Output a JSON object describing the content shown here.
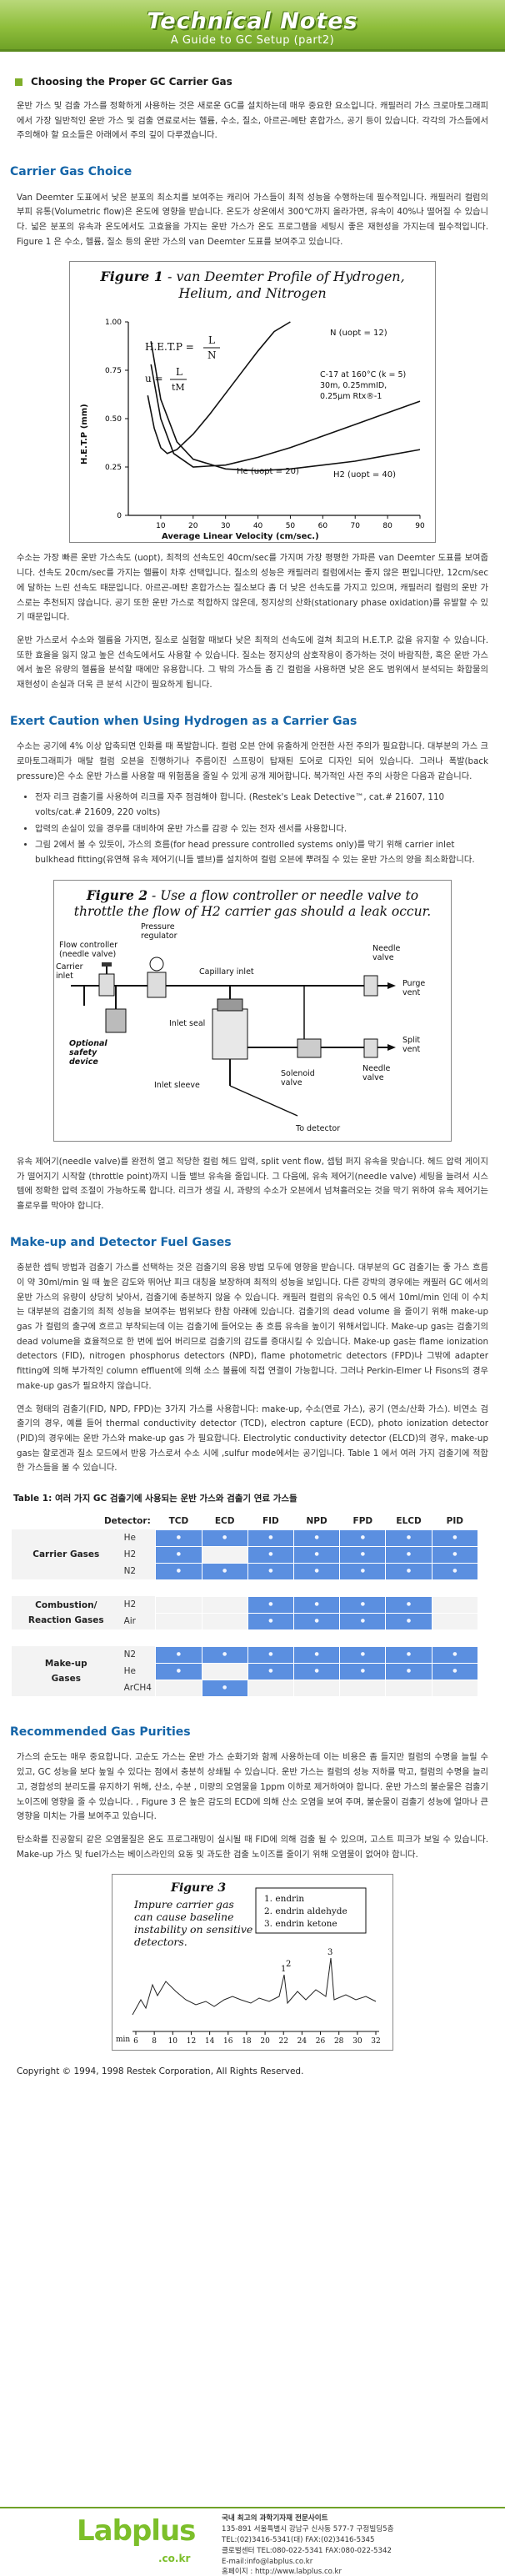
{
  "banner": {
    "title": "Technical Notes",
    "subtitle": "A Guide to GC Setup (part2)"
  },
  "article": {
    "title": "Choosing the Proper GC Carrier Gas"
  },
  "intro": "운반 가스 및 검출 가스를 정확하게 사용하는 것은 새로운 GC를 설치하는데 매우 중요한 요소입니다. 캐필러리 가스 크로마토그래피에서 가장 일반적인 운반 가스 및 검출 연료로서는 헬륨, 수소, 질소, 아르곤-메탄 혼합가스, 공기 등이 있습니다. 각각의 가스들에서 주의해야 할 요소들은 아래에서 주의 깊이 다루겠습니다.",
  "sections": {
    "carrier": {
      "heading": "Carrier Gas Choice",
      "p1": "Van Deemter 도표에서 낮은 분포의 최소치를 보여주는 캐리어 가스들이 최적 성능을 수행하는데 필수적입니다. 캐필러리 컬럼의 부피 유통(Volumetric flow)은 온도에 영향을 받습니다. 온도가 상온에서 300℃까지 올라가면, 유속이 40%나 떨어질 수 있습니다. 넓은 분포의 유속과 온도에서도 고효율을 가지는 운반 가스가 온도 프로그램을 세팅시 좋은 재현성을 가지는데 필수적입니다. Figure 1 은 수소, 헬륨, 질소 등의 운반 가스의 van Deemter 도표를 보여주고 있습니다.",
      "p2": "수소는 가장 빠른 운반 가스속도 (uopt), 최적의 선속도인 40cm/sec를 가지며 가장 평평한 가파른 van Deemter 도표를 보여줍니다. 선속도 20cm/sec를 가지는 헬륨이 차후 선택입니다. 질소의 성능은 캐필러리 컬럼에서는 좋지 않은 편입니다만, 12cm/sec에 달하는 느린 선속도 때문입니다. 아르곤-메탄 혼합가스는 질소보다 좀 더 낮은 선속도를 가지고 있으며, 캐필러리 컬럼의 운반 가스로는 추천되지 않습니다. 공기 또한 운반 가스로 적합하지 않은데, 정지상의 산화(stationary phase oxidation)를 유발할 수 있기 때문입니다.",
      "p3": "운반 가스로서 수소와 헬륨을 가지면, 질소로 실험할 때보다 낮은 최적의 선속도에 걸쳐 최고의 H.E.T.P. 값을 유지할 수 있습니다. 또한 효율을 잃지 않고 높은 선속도에서도 사용할 수 있습니다. 질소는 정지상의 삼호작용이 증가하는 것이 바람직한, 혹은 운반 가스에서 높은 유량의 헬륨을 분석할 때에만 유용합니다. 그 밖의 가스들 좀 긴 컬럼을 사용하면 낮은 온도 범위에서 분석되는 화합물의 재현성이 손실과 더욱 큰 분석 시간이 필요하게 됩니다."
    },
    "hydrogen": {
      "heading": "Exert Caution when Using Hydrogen as a Carrier Gas",
      "p1": "수소는 공기에 4% 이상 압축되면 인화를 때 폭발합니다. 컬럼 오븐 안에 유출하게 안전한 사전 주의가 필요합니다. 대부분의 가스 크로마토그래피가 매탈 컬럼 오븐을 진행하기나 주름이진 스프링이 탑재된 도어로 디자인 되어 있습니다. 그러나 폭발(back pressure)은 수소 운반 가스를 사용할 때 위험품을 줄일 수 있게 공개 제어합니다. 복가적인 사전 주의 사항은 다음과 같습니다.",
      "bullets": [
        "전자 리크 검출기를 사용하여 리크를 자주 점검해야 합니다. (Restek's Leak Detective™, cat.# 21607, 110 volts/cat.# 21609, 220 volts)",
        "압력의 손실이 있을 경우를 대비하여 운반 가스를 감광 수 있는 전자 센서를 사용합니다.",
        "그림 2에서 볼 수 있듯이, 가스의 흐름(for head pressure controlled systems only)를 막기 위해 carrier inlet bulkhead fitting(유연해 유속 제어기(니들 밸브)를 설치하여 컬럼 오븐에 뿌려질 수 있는 운반 가스의 양을 최소화합니다."
      ],
      "p2": "유속 제어기(needle valve)를 완전히 열고 적당한 컬럼 헤드 압력, split vent flow, 셉텀 퍼지 유속을 맞습니다. 헤드 압력 게이지가 떨어지기 시작할 (throttle point)까지 니들 밸브 유속을 줄입니다. 그 다음에, 유속 제어기(needle valve) 세팅을 늘려서 시스템에 정확한 압력 조절이 가능하도록 합니다. 리크가 생길 시, 과량의 수소가 오븐에서 넘쳐흘러오는 것을 막기 위하여 유속 제어기는 흘로우를 막아야 합니다."
    },
    "makeup": {
      "heading": "Make-up and Detector Fuel Gases",
      "p1": "충분한 셉틱 방법과 검출기 가스를 선택하는 것은 검출기의 응용 방법 모두에 영향을 받습니다. 대부분의 GC 검출기는 좋 가스 흐름이 약 30ml/min 일 때 높은 감도와 뛰어난 피크 대칭을 보장하며 최적의 성능을 보입니다. 다른 강박의 경우에는 캐필러 GC 에서의 운반 가스의 유량이 상당히 낮아서, 검출기에 충분하지 않을 수 있습니다. 캐필러 컬럼의 유속인 0.5 에서 10ml/min 인데 이 수치는 대부분의 검출기의 최적 성능을 보여주는 범위보다 한참 아래에 있습니다. 검출기의 dead volume 을 줄이기 위해 make-up gas 가 컬럼의 출구에 흐르고 부착되는데 이는 검출기에 들어오는 총 흐름 유속을 높이기 위해서입니다. Make-up gas는 검출기의 dead volume을 효율적으로 한 번에 씹어 버리므로 검출기의 감도를 증대시킬 수 있습니다. Make-up gas는 flame ionization detectors (FID), nitrogen phosphorus detectors (NPD), flame photometric detectors (FPD)나 그밖에 adapter fitting에 의해 부가적인 column effluent에 의해 소스 볼륨에 직접 연결이 가능합니다. 그러나 Perkin-Elmer 나 Fisons의 경우 make-up gas가 필요하지 않습니다.",
      "p2": "연소 형태의 검출기(FID, NPD, FPD)는 3가지 가스를 사용합니다: make-up, 수소(연료 가스), 공기 (연소/산화 가스). 비연소 검출기의 경우, 예를 들어 thermal conductivity detector (TCD), electron capture (ECD), photo ionization detector (PID)의 경우에는 운반 가스와 make-up gas 가 필요합니다. Electrolytic conductivity detector (ELCD)의 경우, make-up gas는 할로겐과 질소 모드에서 반응 가스로서 수소 시에 ,sulfur mode에서는 공기입니다. Table 1 에서 여러 가지 검출기에 적합한 가스들을 볼 수 있습니다."
    },
    "purity": {
      "heading": "Recommended Gas Purities",
      "p1": "가스의 순도는 매우 중요합니다. 고순도 가스는 운반 가스 순화기와 함께 사용하는데 이는 비용은 좀 들지만 컬럼의 수명을 늘릴 수 있고, GC 성능을 보다 높일 수 있다는 점에서 충분히 상쇄될 수 있습니다. 운반 가스는 컬럼의 성능 저하를 막고, 컬럼의 수명을 늘리고, 경합성의 분리도를 유지하기 위해, 산소, 수분 , 미량의 오염물을 1ppm 이하로 제거하여야 합니다. 운반 가스의 불순물은 검출기 노이즈에 영향을 줄 수 있습니다. , Figure 3 은 높은 감도의 ECD에 의해 산소 오염을 보여 주며, 불순물이 검출기 성능에 얼마나 큰 영향을 미치는 가를 보여주고 있습니다.",
      "p2": "탄소화를 진공할되 같은 오염물질은 온도 프로그래밍이 실시될 때 FID에 의해 검출 될 수 있으며, 고스트 피크가 보일 수 있습니다. Make-up 가스 및 fuel가스는 베이스라인의 요동 및 과도한 검출 노이즈를 줄이기 위해 오염물이 없어야 합니다."
    }
  },
  "figure1": {
    "title_line1": "Figure 1",
    "title_rest": " - van Deemter Profile of Hydrogen,",
    "title_line2": "Helium, and Nitrogen",
    "hetp_label": "H.E.T.P =",
    "frac1_num": "L",
    "frac1_den": "N",
    "u_label": "u =",
    "frac2_num": "L",
    "frac2_den": "tM",
    "cond1": "C-17 at 160°C (k = 5)",
    "cond2": "30m, 0.25mmID,",
    "cond3": "0.25μm Rtx®-1",
    "n2_label": "N (uopt = 12)",
    "he_label": "He (uopt = 20)",
    "h2_label": "H2 (uopt = 40)",
    "ylabel": "H.E.T.P (mm)",
    "xlabel": "Average Linear Velocity (cm/sec.)",
    "y_ticks": [
      "0",
      "0.25",
      "0.50",
      "0.75",
      "1.00"
    ],
    "x_ticks": [
      "10",
      "20",
      "30",
      "40",
      "50",
      "60",
      "70",
      "80",
      "90"
    ]
  },
  "chart_data": {
    "type": "line",
    "title": "Figure 1 - van Deemter Profile of Hydrogen, Helium, and Nitrogen",
    "xlabel": "Average Linear Velocity (cm/sec.)",
    "ylabel": "H.E.T.P (mm)",
    "xlim": [
      0,
      90
    ],
    "ylim": [
      0,
      1.0
    ],
    "series": [
      {
        "name": "N (uopt = 12)",
        "x": [
          6,
          8,
          10,
          12,
          15,
          20,
          25,
          30,
          35,
          40,
          45,
          50
        ],
        "y": [
          0.62,
          0.45,
          0.35,
          0.32,
          0.34,
          0.42,
          0.52,
          0.63,
          0.74,
          0.85,
          0.95,
          1.0
        ]
      },
      {
        "name": "He (uopt = 20)",
        "x": [
          7,
          10,
          14,
          20,
          30,
          40,
          50,
          60,
          70,
          80,
          90
        ],
        "y": [
          0.78,
          0.5,
          0.32,
          0.25,
          0.26,
          0.3,
          0.35,
          0.41,
          0.47,
          0.53,
          0.59
        ]
      },
      {
        "name": "H2 (uopt = 40)",
        "x": [
          7,
          10,
          15,
          20,
          30,
          40,
          50,
          60,
          70,
          80,
          90
        ],
        "y": [
          0.9,
          0.6,
          0.38,
          0.29,
          0.24,
          0.23,
          0.24,
          0.26,
          0.28,
          0.31,
          0.34
        ]
      }
    ]
  },
  "figure2": {
    "title_line1": "Figure 2",
    "title_rest": " - Use a flow controller or needle valve to",
    "title_line2": "throttle the flow of H2 carrier gas should a leak occur.",
    "labels": {
      "flow_ctrl": "Flow controller\n(needle valve)",
      "pressure_reg": "Pressure\nregulator",
      "carrier_inlet": "Carrier\ninlet",
      "capillary_inlet": "Capillary inlet",
      "needle_valve1": "Needle\nvalve",
      "purge_vent": "Purge\nvent",
      "split_vent": "Split\nvent",
      "optional_safety": "Optional\nsafety\ndevice",
      "inlet_seal": "Inlet seal",
      "inlet_sleeve": "Inlet sleeve",
      "solenoid_valve": "Solenoid\nvalve",
      "needle_valve2": "Needle\nvalve",
      "to_detector": "To detector"
    }
  },
  "table1": {
    "title": "Table 1: 여러 가지 GC 검출기에 사용되는 운반 가스와 검출기 연료 가스들",
    "detector_label": "Detector:",
    "columns": [
      "TCD",
      "ECD",
      "FID",
      "NPD",
      "FPD",
      "ELCD",
      "PID"
    ],
    "groups": [
      {
        "name": "Carrier Gases",
        "rows": [
          {
            "gas": "He",
            "marks": [
              1,
              1,
              1,
              1,
              1,
              1,
              1
            ]
          },
          {
            "gas": "H2",
            "marks": [
              1,
              0,
              1,
              1,
              1,
              1,
              1
            ]
          },
          {
            "gas": "N2",
            "marks": [
              1,
              1,
              1,
              1,
              1,
              1,
              1
            ]
          }
        ]
      },
      {
        "name": "Combustion/\nReaction Gases",
        "rows": [
          {
            "gas": "H2",
            "marks": [
              0,
              0,
              1,
              1,
              1,
              1,
              0
            ]
          },
          {
            "gas": "Air",
            "marks": [
              0,
              0,
              1,
              1,
              1,
              1,
              0
            ]
          }
        ]
      },
      {
        "name": "Make-up\nGases",
        "rows": [
          {
            "gas": "N2",
            "marks": [
              1,
              1,
              1,
              1,
              1,
              1,
              1
            ]
          },
          {
            "gas": "He",
            "marks": [
              1,
              0,
              1,
              1,
              1,
              1,
              1
            ]
          },
          {
            "gas": "ArCH4",
            "marks": [
              0,
              1,
              0,
              0,
              0,
              0,
              0
            ]
          }
        ]
      }
    ]
  },
  "figure3": {
    "title": "Figure 3",
    "caption": "Impure carrier gas\ncan cause baseline\ninstability on sensitive\ndetectors.",
    "peaks": [
      "1.  endrin",
      "2.  endrin aldehyde",
      "3.  endrin ketone"
    ],
    "peak_labels": [
      "1",
      "2",
      "3"
    ],
    "xlabel": "min",
    "x_ticks": [
      "6",
      "8",
      "10",
      "12",
      "14",
      "16",
      "18",
      "20",
      "22",
      "24",
      "26",
      "28",
      "30",
      "32"
    ]
  },
  "copyright": "Copyright © 1994, 1998   Restek Corporation, All Rights Reserved.",
  "footer": {
    "logo_main": "Labplus",
    "logo_sub": ".co.kr",
    "lines": [
      "국내 최고의 과학기자재 전문사이트",
      "135-891 서울특별시 강남구 신사동 577-7 구정빌딩5층",
      "TEL:(02)3416-5341(대)   FAX:(02)3416-5345",
      "클로벌센터 TEL:080-022-5341 FAX:080-022-5342",
      "E-mail:info@labplus.co.kr",
      "홈페이지 : http://www.labplus.co.kr"
    ]
  }
}
